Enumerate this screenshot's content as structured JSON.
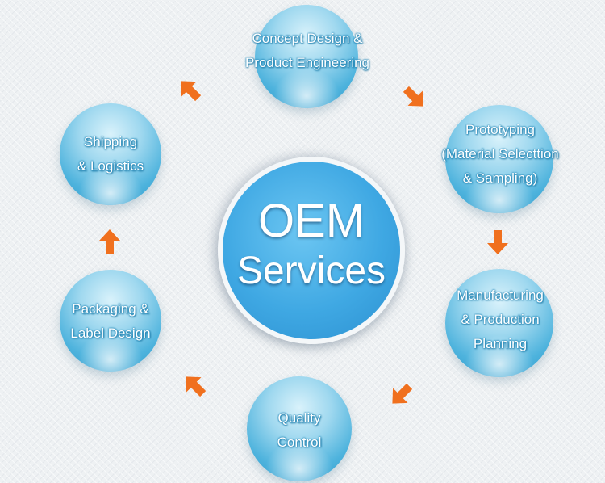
{
  "center": {
    "line1": "OEM",
    "line2": "Services"
  },
  "steps": [
    {
      "name": "concept",
      "lines": [
        "Concept Design &",
        "Product Engineering"
      ]
    },
    {
      "name": "prototyping",
      "lines": [
        "Prototyping",
        "(Material Selecttion",
        "& Sampling)"
      ]
    },
    {
      "name": "manufacturing",
      "lines": [
        "Manufacturing",
        "& Production",
        "Planning"
      ]
    },
    {
      "name": "quality",
      "lines": [
        "Quality",
        "Control"
      ]
    },
    {
      "name": "packaging",
      "lines": [
        "Packaging &",
        "Label Design"
      ]
    },
    {
      "name": "shipping",
      "lines": [
        "Shipping",
        "& Logistics"
      ]
    }
  ],
  "colors": {
    "arrow": "#f0701e",
    "bubble": "#4eb3dd",
    "center": "#3fa8e3"
  },
  "icons": {
    "arrow": "arrow-icon"
  }
}
